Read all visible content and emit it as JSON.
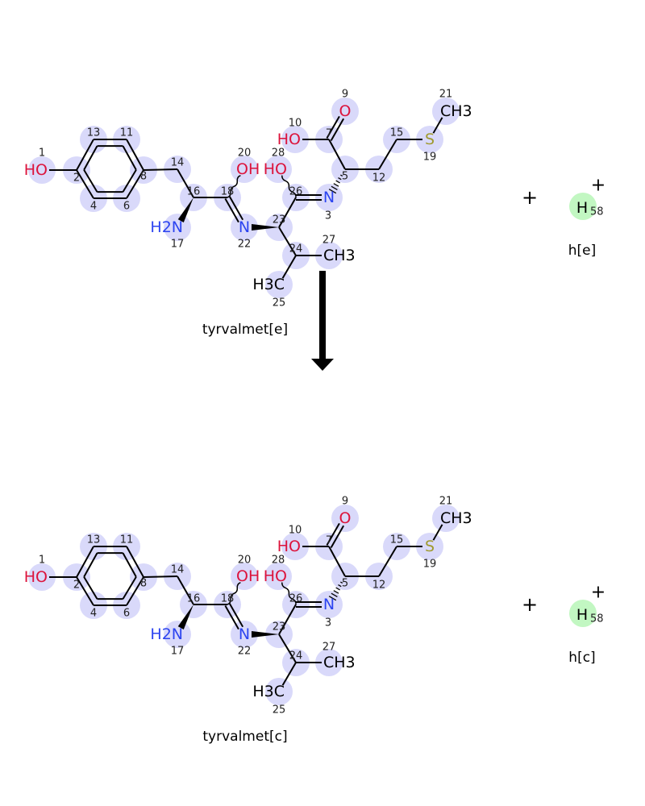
{
  "colors": {
    "highlight": "#d9d9fa",
    "proton_highlight": "#c2f7c2",
    "O": "#dc143c",
    "N": "#2c44f0",
    "S": "#a09a30",
    "C": "#000000",
    "bond": "#000000"
  },
  "reaction": {
    "arrow": "reaction-arrow",
    "plus": "+",
    "molecules": [
      {
        "name": "tyrvalmet[e]",
        "proton_label": "h[e]"
      },
      {
        "name": "tyrvalmet[c]",
        "proton_label": "h[c]"
      }
    ],
    "proton": {
      "symbol": "H",
      "charge": "+",
      "number": "58"
    },
    "atoms": [
      {
        "n": "1",
        "label": "HO",
        "el": "O"
      },
      {
        "n": "2",
        "label": "",
        "el": "C"
      },
      {
        "n": "3",
        "label": "N",
        "el": "N"
      },
      {
        "n": "4",
        "label": "",
        "el": "C"
      },
      {
        "n": "5",
        "label": "",
        "el": "C"
      },
      {
        "n": "6",
        "label": "",
        "el": "C"
      },
      {
        "n": "7",
        "label": "",
        "el": "C"
      },
      {
        "n": "8",
        "label": "",
        "el": "C"
      },
      {
        "n": "9",
        "label": "O",
        "el": "O"
      },
      {
        "n": "10",
        "label": "HO",
        "el": "O"
      },
      {
        "n": "11",
        "label": "",
        "el": "C"
      },
      {
        "n": "12",
        "label": "",
        "el": "C"
      },
      {
        "n": "13",
        "label": "",
        "el": "C"
      },
      {
        "n": "14",
        "label": "",
        "el": "C"
      },
      {
        "n": "15",
        "label": "",
        "el": "C"
      },
      {
        "n": "16",
        "label": "",
        "el": "C"
      },
      {
        "n": "17",
        "label": "H2N",
        "el": "N"
      },
      {
        "n": "18",
        "label": "",
        "el": "C"
      },
      {
        "n": "19",
        "label": "S",
        "el": "S"
      },
      {
        "n": "20",
        "label": "OH",
        "el": "O"
      },
      {
        "n": "21",
        "label": "CH3",
        "el": "C"
      },
      {
        "n": "22",
        "label": "N",
        "el": "N"
      },
      {
        "n": "23",
        "label": "",
        "el": "C"
      },
      {
        "n": "24",
        "label": "",
        "el": "C"
      },
      {
        "n": "25",
        "label": "H3C",
        "el": "C"
      },
      {
        "n": "26",
        "label": "",
        "el": "C"
      },
      {
        "n": "27",
        "label": "CH3",
        "el": "C"
      },
      {
        "n": "28",
        "label": "HO",
        "el": "O"
      }
    ]
  }
}
